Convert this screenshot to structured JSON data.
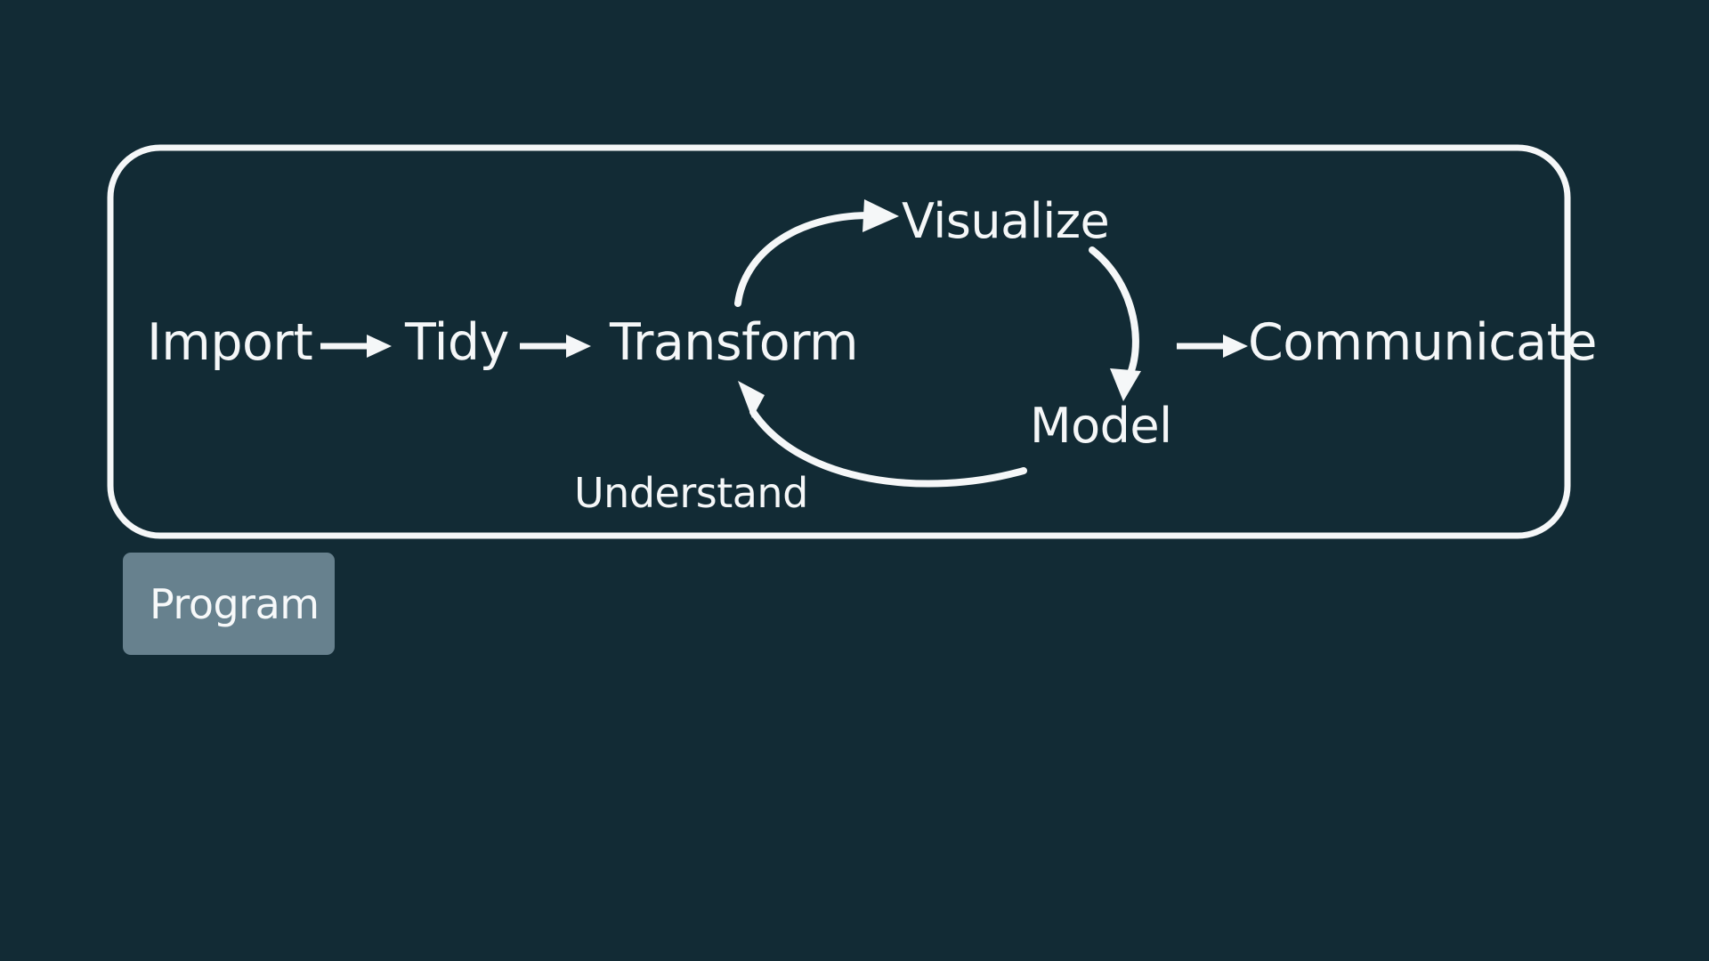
{
  "diagram": {
    "title": "Data Science Workflow",
    "background_color": "#122b35",
    "stroke_color": "#f5f7f8",
    "text_color": "#f5f7f8",
    "container": {
      "name": "workflow-container-box",
      "shape": "rounded-rectangle",
      "border_color": "#f5f7f8"
    },
    "nodes": {
      "import": "Import",
      "tidy": "Tidy",
      "transform": "Transform",
      "visualize": "Visualize",
      "model": "Model",
      "communicate": "Communicate"
    },
    "annotations": {
      "understand": "Understand"
    },
    "edges": [
      {
        "from": "Import",
        "to": "Tidy",
        "style": "straight-arrow"
      },
      {
        "from": "Tidy",
        "to": "Transform",
        "style": "straight-arrow"
      },
      {
        "from": "Transform",
        "to": "Visualize",
        "style": "curved-arrow"
      },
      {
        "from": "Visualize",
        "to": "Model",
        "style": "curved-arrow"
      },
      {
        "from": "Model",
        "to": "Transform",
        "style": "curved-arrow"
      },
      {
        "from": "Model",
        "to": "Communicate",
        "style": "straight-arrow"
      }
    ]
  },
  "program": {
    "label": "Program",
    "background_color": "#67818e",
    "text_color": "#f7f9fa"
  }
}
